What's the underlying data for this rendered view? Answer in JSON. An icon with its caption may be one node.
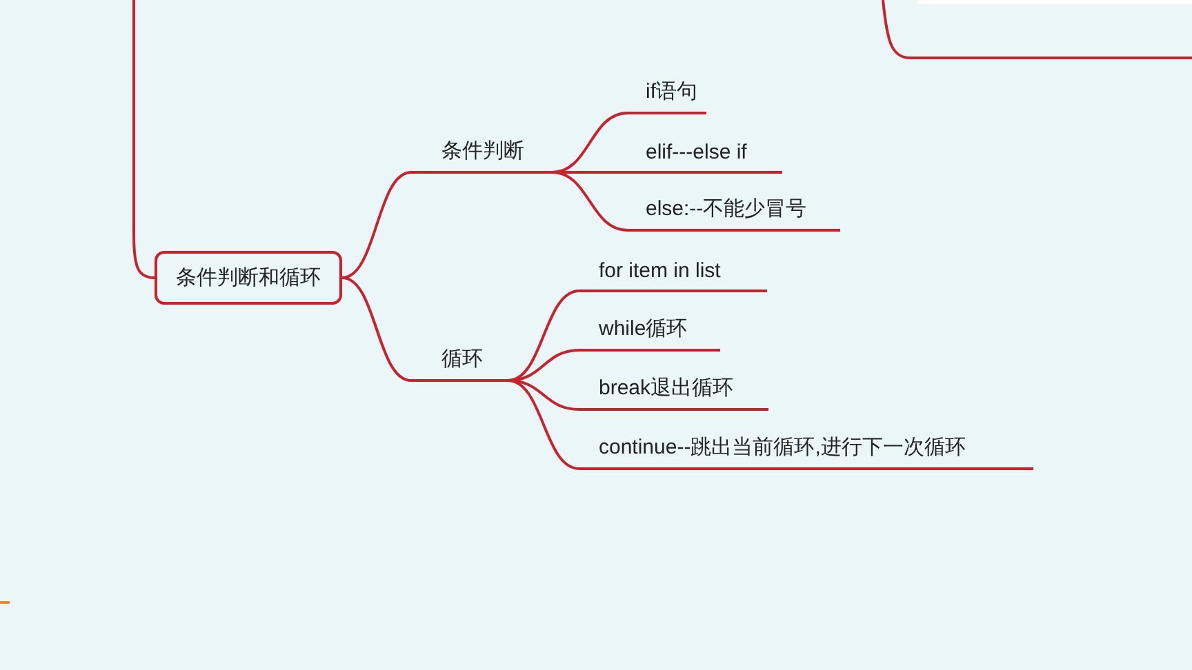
{
  "diagram": {
    "nodes": [
      {
        "text": [
          "条件判断和循环"
        ]
      },
      {
        "text": [
          "条件判断"
        ]
      },
      {
        "text": [
          "if语句"
        ]
      },
      {
        "text": [
          "elif---else if"
        ]
      },
      {
        "text": [
          "else:--不能少冒号"
        ]
      },
      {
        "text": [
          "循环"
        ]
      },
      {
        "text": [
          "for item in list"
        ]
      },
      {
        "text": [
          "while循环"
        ]
      },
      {
        "text": [
          "break退出循环"
        ]
      },
      {
        "text": [
          "continue--跳出当前循环,进行下一次循环"
        ]
      }
    ],
    "edges": [
      {
        "from": null,
        "to": 0,
        "arrow": "none"
      },
      {
        "from": 0,
        "to": 1,
        "arrow": "none"
      },
      {
        "from": 0,
        "to": 5,
        "arrow": "none"
      },
      {
        "from": 1,
        "to": 2,
        "arrow": "none"
      },
      {
        "from": 1,
        "to": 3,
        "arrow": "none"
      },
      {
        "from": 1,
        "to": 4,
        "arrow": "none"
      },
      {
        "from": 5,
        "to": 6,
        "arrow": "none"
      },
      {
        "from": 5,
        "to": 7,
        "arrow": "none"
      },
      {
        "from": 5,
        "to": 8,
        "arrow": "none"
      },
      {
        "from": 5,
        "to": 9,
        "arrow": "none"
      }
    ]
  }
}
